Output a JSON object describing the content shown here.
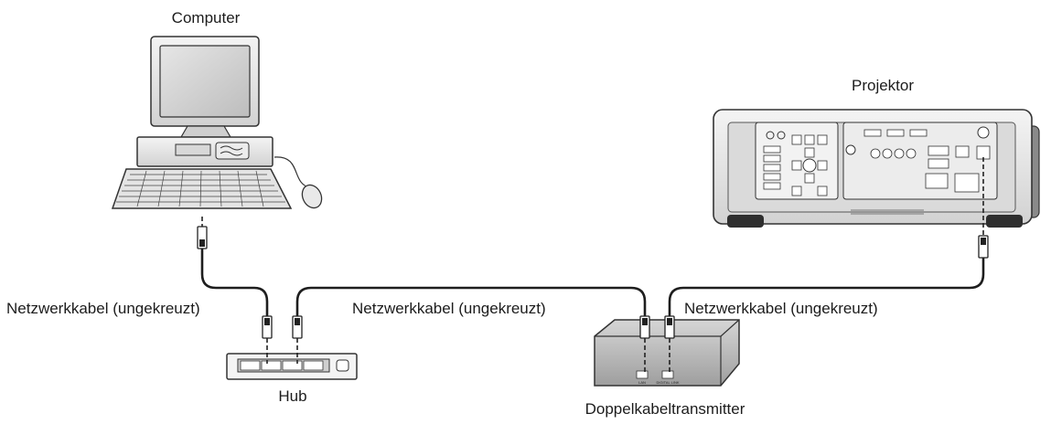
{
  "devices": {
    "computer": {
      "label": "Computer"
    },
    "projector": {
      "label": "Projektor"
    },
    "hub": {
      "label": "Hub"
    },
    "transmitter": {
      "label": "Doppelkabeltransmitter",
      "port_lan": "LAN",
      "port_digital_link": "DIGITAL LINK"
    }
  },
  "cables": {
    "computer_hub": "Netzwerkkabel (ungekreuzt)",
    "hub_transmitter": "Netzwerkkabel (ungekreuzt)",
    "transmitter_projector": "Netzwerkkabel (ungekreuzt)"
  }
}
